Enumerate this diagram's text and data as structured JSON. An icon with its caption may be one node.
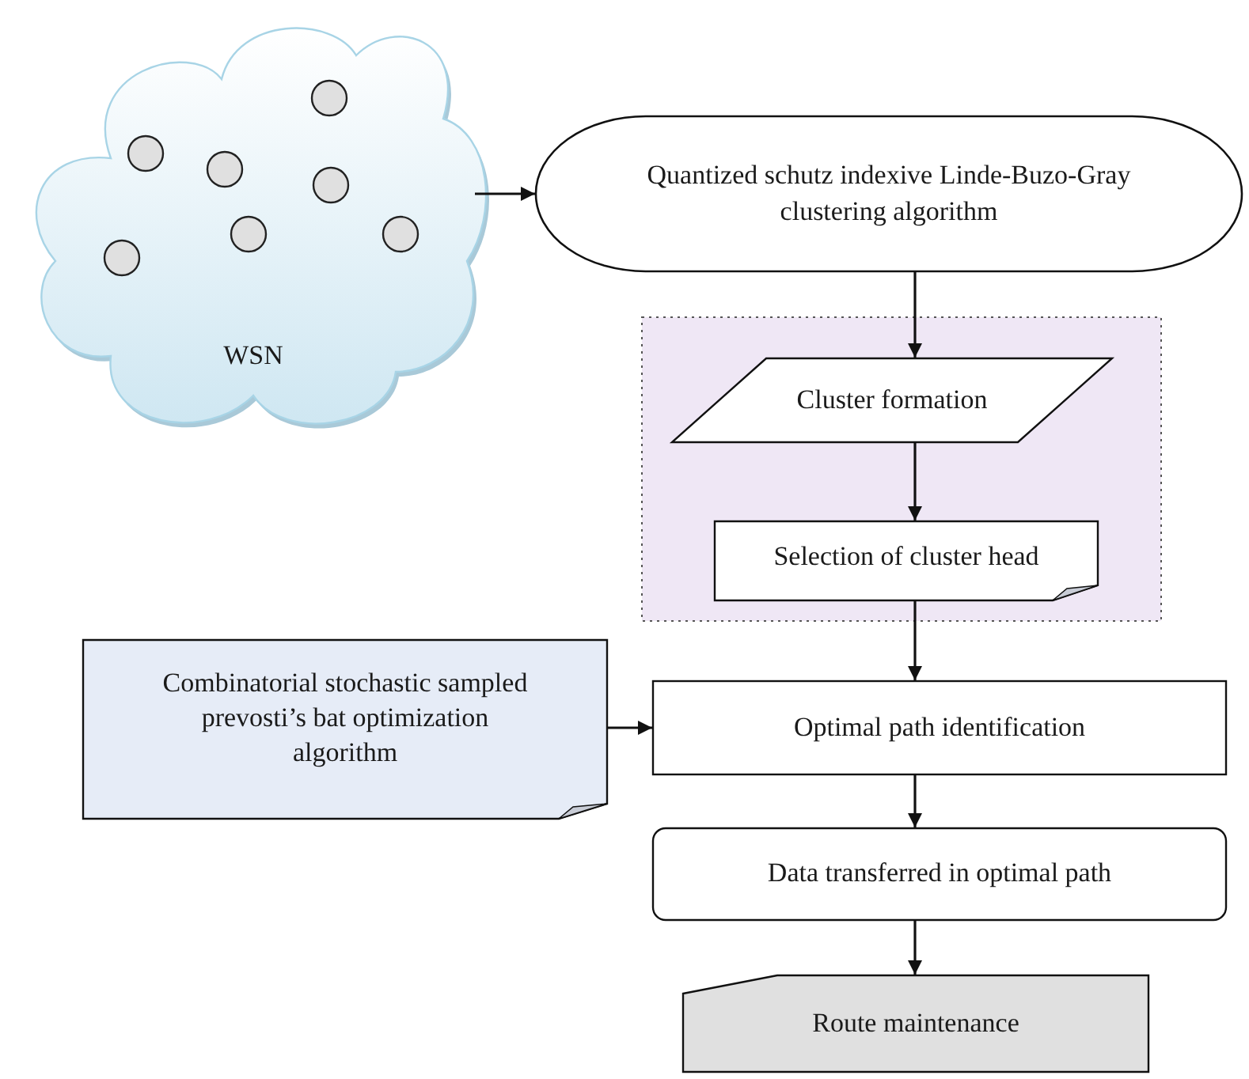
{
  "diagram": {
    "nodes": [
      {
        "text": [
          "WSN"
        ]
      },
      {
        "text": [
          "Quantized schutz indexive Linde-Buzo-Gray clustering algorithm"
        ]
      },
      {
        "text": [],
        "shape": "box"
      },
      {
        "text": [
          "Cluster formation"
        ],
        "in": 2
      },
      {
        "text": [
          "Selection of cluster head"
        ],
        "in": 2
      },
      {
        "text": [
          "Combinatorial stochastic sampled prevosti’s bat optimization algorithm"
        ]
      },
      {
        "text": [
          "Optimal path identification"
        ]
      },
      {
        "text": [
          "Data transferred in optimal path"
        ]
      },
      {
        "text": [
          "Route maintenance"
        ]
      }
    ],
    "edges": [
      {
        "from": 0,
        "to": 1,
        "arrow": "to"
      },
      {
        "from": 1,
        "to": 3,
        "arrow": "to"
      },
      {
        "from": 3,
        "to": 4,
        "arrow": "to"
      },
      {
        "from": 4,
        "to": 6,
        "arrow": "to"
      },
      {
        "from": 5,
        "to": 6,
        "arrow": "to"
      },
      {
        "from": 6,
        "to": 7,
        "arrow": "to"
      },
      {
        "from": 7,
        "to": 8,
        "arrow": "to"
      }
    ]
  }
}
